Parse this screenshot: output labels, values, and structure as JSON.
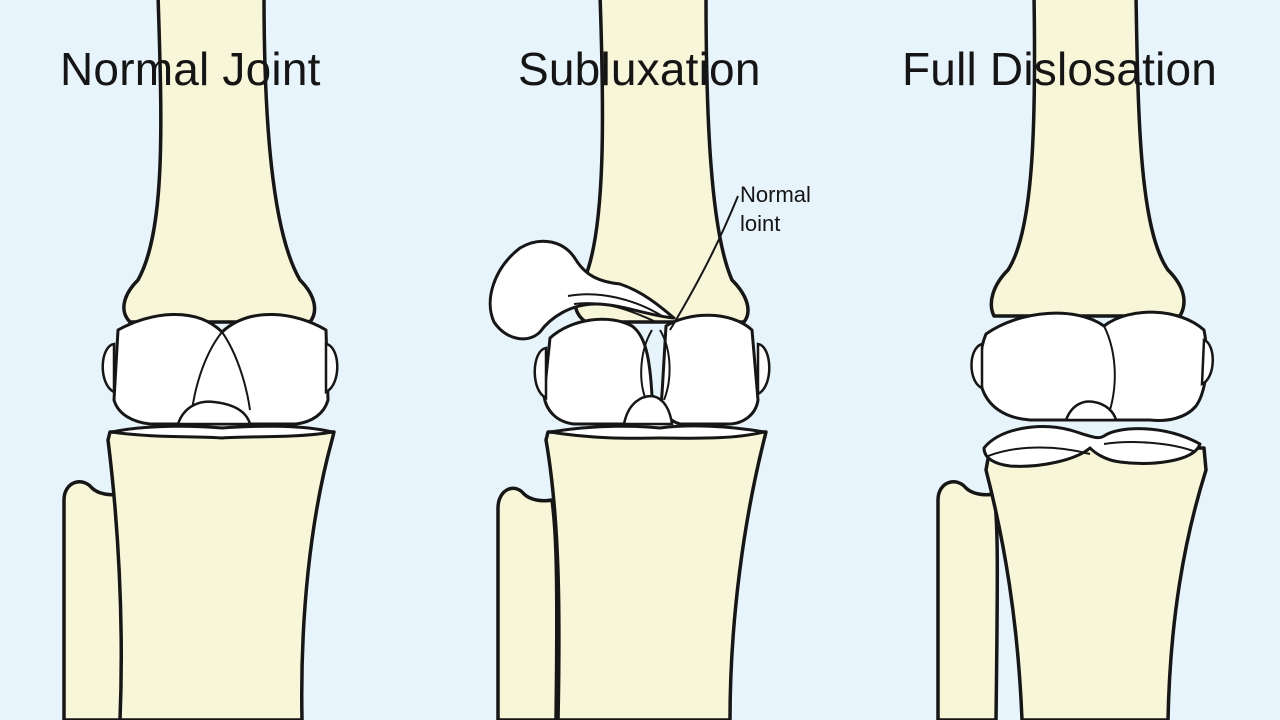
{
  "panels": [
    {
      "title": "Normal Joint"
    },
    {
      "title": "Subluxation"
    },
    {
      "title": "Full Dislosation"
    }
  ],
  "callout": {
    "line1": "Normal",
    "line2": "loint"
  },
  "colors": {
    "background": "#e8f4fb",
    "bone": "#f8f6d8",
    "cartilage": "#ffffff",
    "outline": "#161616"
  }
}
